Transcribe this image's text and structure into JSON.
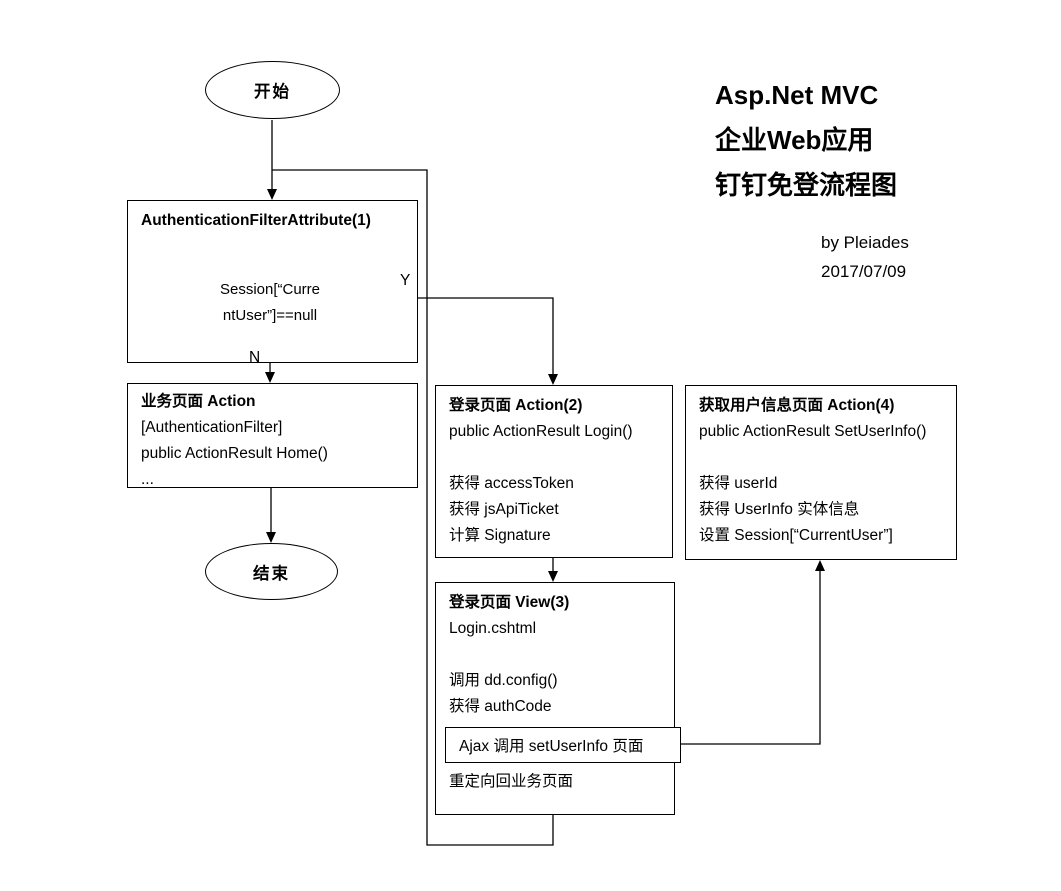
{
  "title": {
    "line1": "Asp.Net MVC",
    "line2": "企业Web应用",
    "line3": "钉钉免登流程图",
    "byline": "by Pleiades",
    "date": "2017/07/09"
  },
  "nodes": {
    "start": {
      "label": "开始"
    },
    "end": {
      "label": "结束"
    },
    "auth_filter": {
      "title": "AuthenticationFilterAttribute(1)"
    },
    "decision": {
      "line1": "Session[“Curre",
      "line2": "ntUser”]==null",
      "yes_label": "Y",
      "no_label": "N"
    },
    "business_action": {
      "title": "业务页面 Action",
      "lines": [
        "[AuthenticationFilter]",
        "public ActionResult Home()",
        "..."
      ]
    },
    "login_action": {
      "title": "登录页面 Action(2)",
      "lines": [
        "public ActionResult Login()",
        "",
        "获得 accessToken",
        "获得 jsApiTicket",
        "计算 Signature"
      ]
    },
    "login_view": {
      "title": "登录页面 View(3)",
      "lines": [
        "Login.cshtml",
        "",
        "调用 dd.config()",
        "获得 authCode"
      ],
      "ajax_label": "Ajax 调用 setUserInfo 页面",
      "footer": "重定向回业务页面"
    },
    "set_userinfo_action": {
      "title": "获取用户信息页面 Action(4)",
      "lines": [
        "public ActionResult SetUserInfo()",
        "",
        "获得 userId",
        "获得 UserInfo 实体信息",
        "设置 Session[“CurrentUser”]"
      ]
    }
  },
  "colors": {
    "line": "#000000",
    "background": "#ffffff",
    "text": "#000000"
  }
}
